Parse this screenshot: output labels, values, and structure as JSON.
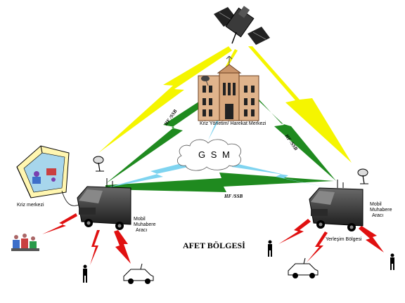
{
  "labels": {
    "hq": "Kriz Yönetim/ Harekat Merkezi",
    "gsm": "G S M",
    "hf_left": "HF /SSB",
    "hf_right": "HF /SSB",
    "hf_bottom": "HF /SSB",
    "crisis_center": "Kriz merkezi",
    "mobile_left_1": "Mobil",
    "mobile_left_2": "Muhabere",
    "mobile_left_3": "Aracı",
    "mobile_right_1": "Mobil",
    "mobile_right_2": "Muhabere",
    "mobile_right_3": "Aracı",
    "settlement": "Yerleşim Bölgesi",
    "zone": "AFET BÖLGESİ"
  },
  "colors": {
    "satellite_link": "#f5f500",
    "hf_link": "#1f8a1f",
    "gsm_link": "#7fd4f0",
    "local_link": "#e01010",
    "building": "#e0b48c",
    "van": "#3c3c3c"
  }
}
